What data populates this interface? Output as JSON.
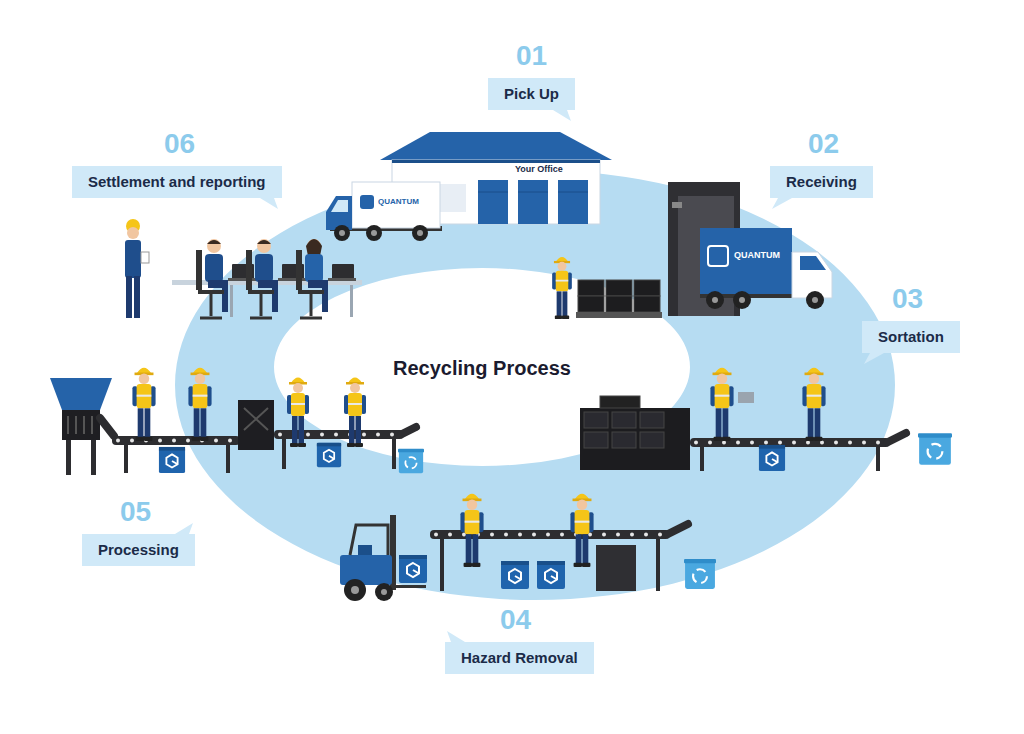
{
  "diagram": {
    "title": "Recycling Process",
    "nodes": [
      {
        "text": [
          "01",
          "Pick Up"
        ]
      },
      {
        "text": [
          "02",
          "Receiving"
        ]
      },
      {
        "text": [
          "03",
          "Sortation"
        ]
      },
      {
        "text": [
          "04",
          "Hazard Removal"
        ]
      },
      {
        "text": [
          "05",
          "Processing"
        ]
      },
      {
        "text": [
          "06",
          "Settlement and reporting"
        ]
      }
    ],
    "labels": [
      "Your Office",
      "QUANTUM",
      "QUANTUM"
    ]
  }
}
